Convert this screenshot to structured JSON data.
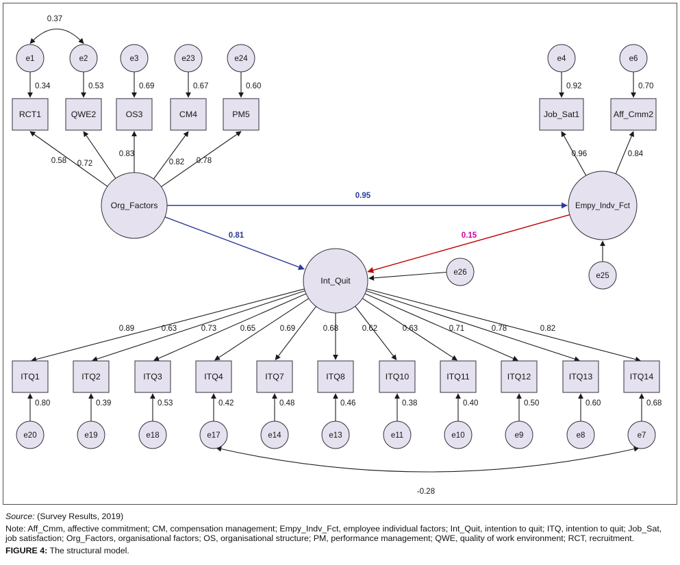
{
  "palette": {
    "ink": "#1a1a1a",
    "blue": "#2b3a9a",
    "red": "#c00000",
    "magenta": "#cc0099",
    "node_fill": "#e5e1ef",
    "node_stroke": "#30303c"
  },
  "diagram": {
    "latents": {
      "org_factors": {
        "label": "Org_Factors"
      },
      "empy_indv_fct": {
        "label": "Empy_Indv_Fct"
      },
      "int_quit": {
        "label": "Int_Quit"
      }
    },
    "org_indicators": [
      {
        "error": "e1",
        "error_var": "0.34",
        "indicator": "RCT1",
        "loading": "0.58"
      },
      {
        "error": "e2",
        "error_var": "0.53",
        "indicator": "QWE2",
        "loading": "0.72"
      },
      {
        "error": "e3",
        "error_var": "0.69",
        "indicator": "OS3",
        "loading": "0.83"
      },
      {
        "error": "e23",
        "error_var": "0.67",
        "indicator": "CM4",
        "loading": "0.82"
      },
      {
        "error": "e24",
        "error_var": "0.60",
        "indicator": "PM5",
        "loading": "0.78"
      }
    ],
    "empy_indicators": [
      {
        "error": "e4",
        "error_var": "0.92",
        "indicator": "Job_Sat1",
        "loading": "0.96"
      },
      {
        "error": "e6",
        "error_var": "0.70",
        "indicator": "Aff_Cmm2",
        "loading": "0.84"
      }
    ],
    "itq_indicators": [
      {
        "indicator": "ITQ1",
        "loading": "0.89",
        "error": "e20",
        "error_var": "0.80"
      },
      {
        "indicator": "ITQ2",
        "loading": "0.63",
        "error": "e19",
        "error_var": "0.39"
      },
      {
        "indicator": "ITQ3",
        "loading": "0.73",
        "error": "e18",
        "error_var": "0.53"
      },
      {
        "indicator": "ITQ4",
        "loading": "0.65",
        "error": "e17",
        "error_var": "0.42"
      },
      {
        "indicator": "ITQ7",
        "loading": "0.69",
        "error": "e14",
        "error_var": "0.48"
      },
      {
        "indicator": "ITQ8",
        "loading": "0.68",
        "error": "e13",
        "error_var": "0.46"
      },
      {
        "indicator": "ITQ10",
        "loading": "0.62",
        "error": "e11",
        "error_var": "0.38"
      },
      {
        "indicator": "ITQ11",
        "loading": "0.63",
        "error": "e10",
        "error_var": "0.40"
      },
      {
        "indicator": "ITQ12",
        "loading": "0.71",
        "error": "e9",
        "error_var": "0.50"
      },
      {
        "indicator": "ITQ13",
        "loading": "0.78",
        "error": "e8",
        "error_var": "0.60"
      },
      {
        "indicator": "ITQ14",
        "loading": "0.82",
        "error": "e7",
        "error_var": "0.68"
      }
    ],
    "paths": {
      "org_to_empy": "0.95",
      "org_to_intquit": "0.81",
      "empy_to_intquit": "0.15"
    },
    "covariances": {
      "e1_e2": "0.37",
      "e17_e7": "-0.28"
    },
    "residuals": {
      "empy": "e25",
      "intquit": "e26"
    }
  },
  "caption": {
    "source_label": "Source:",
    "source_text": " (Survey Results, 2019)",
    "note": "Note: Aff_Cmm, affective commitment; CM, compensation management; Empy_Indv_Fct, employee individual factors; Int_Quit, intention to quit; ITQ, intention to quit; Job_Sat, job satisfaction; Org_Factors, organisational factors; OS, organisational structure; PM, performance management; QWE, quality of work environment; RCT, recruitment.",
    "figure_label": "FIGURE 4:",
    "figure_text": " The structural model."
  }
}
